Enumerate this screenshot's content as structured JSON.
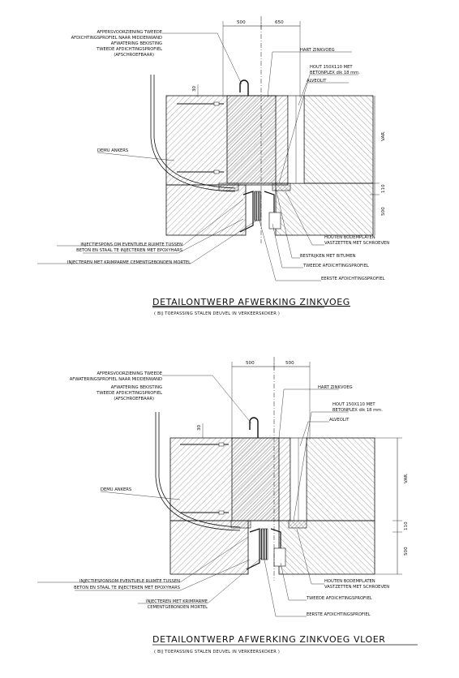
{
  "detail_1": {
    "title": "DETAILONTWERP  AFWERKING  ZINKVOEG",
    "subtitle": "( BIJ TOEPASSING STALEN DEUVEL IN VERKEERSKOKER )",
    "dim_top_left": "500",
    "dim_top_right": "650",
    "dim_30": "30",
    "dim_var": "VAR.",
    "dim_110": "110",
    "dim_500": "500",
    "labels_left": {
      "l1": "AFPERSVOORZIENING TWEEDE",
      "l2": "AFDICHTINGSPROFIEL NAAR MIDDENWAND",
      "l3": "AFWATERING BEKISTING",
      "l4": "TWEEDE AFDICHTINGSPROFIEL",
      "l5": "(AFSCHROEFBAAR)",
      "demu": "DEMU ANKERS",
      "inj1": "INJECTIESPONS OM EVENTUELE RUIMTE TUSSEN",
      "inj2": "BETON EN STAAL TE INJECTEREN MET EPOXYHARS",
      "inj3": "INJECTEREN MET KRIMPARME CEMENTGEBONDEN MORTEL"
    },
    "labels_right": {
      "hart": "HART ZINKVOEG",
      "hout1": "HOUT 150X110 MET",
      "hout2": "BETONPLEX dik 18 mm.",
      "alveolit": "ALVEOLIT",
      "bodem1": "HOUTEN BODEMPLATEN",
      "bodem2": "VASTZETTEN MET SCHROEVEN",
      "bitumen": "BESTRIJKEN MET BITUMEN",
      "tweede": "TWEEDE AFDICHTINGSPROFIEL",
      "eerste": "EERSTE AFDICHTINGSPROFIEL"
    }
  },
  "detail_2": {
    "title": "DETAILONTWERP  AFWERKING  ZINKVOEG  VLOER",
    "subtitle": "( BIJ TOEPASSING STALEN DEUVEL IN VERKEERSKOKER )",
    "dim_top_left": "500",
    "dim_top_right": "500",
    "dim_30": "30",
    "dim_var": "VAR.",
    "dim_110": "110",
    "dim_500": "500",
    "labels_left": {
      "l1": "AFPERSVOORZIENING TWEEDE",
      "l2": "AFWATERINGSPROFIEL NAAR MIDDENWAND",
      "l3": "AFWATERING BEKISTING",
      "l4": "TWEEDE AFDICHTINGSPROFIEL",
      "l5": "(AFSCHROEFBAAR)",
      "demu": "DEMU ANKERS",
      "inj1": "INJECTIESPONSOM EVENTUELE RUIMTE TUSSEN",
      "inj2": "BETON EN STAAL TE INJECTEREN MET EPOXYHARS",
      "inj3": "INJECTEREN MET KRIMPARME",
      "inj4": "CEMENTGEBONDEN MORTEL"
    },
    "labels_right": {
      "hart": "HART ZINKVOEG",
      "hout1": "HOUT 150X110 MET",
      "hout2": "BETONPLEX dik 18 mm.",
      "alveolit": "ALVEOLIT",
      "bodem1": "HOUTEN BODEMPLATEN",
      "bodem2": "VASTZETTEN MET SCHROEVEN",
      "tweede": "TWEEDE AFDICHTINGSPROFIEL",
      "eerste": "EERSTE AFDICHTINGSPROFIEL"
    }
  }
}
